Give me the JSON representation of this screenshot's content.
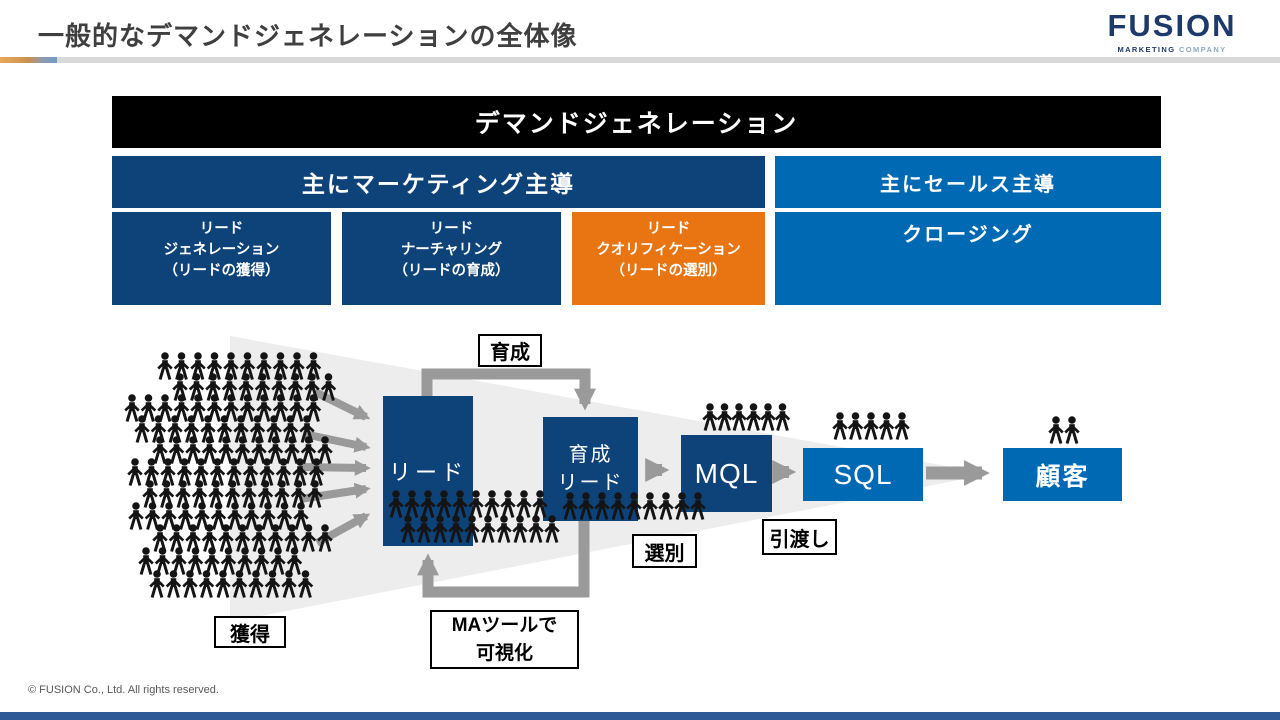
{
  "page": {
    "title": "一般的なデマンドジェネレーションの全体像",
    "footer": "© FUSION Co., Ltd. All rights reserved."
  },
  "logo": {
    "name": "FUSION",
    "sub_marketing": "MARKETING",
    "sub_company": "COMPANY"
  },
  "banner": {
    "title": "デマンドジェネレーション"
  },
  "phases": {
    "marketing": "主にマーケティング主導",
    "sales": "主にセールス主導"
  },
  "steps": [
    {
      "line1": "リード",
      "line2": "ジェネレーション",
      "line3": "（リードの獲得）",
      "color": "#0e4379"
    },
    {
      "line1": "リード",
      "line2": "ナーチャリング",
      "line3": "（リードの育成）",
      "color": "#0e4379"
    },
    {
      "line1": "リード",
      "line2": "クオリフィケーション",
      "line3": "（リードの選別）",
      "color": "#e87511"
    },
    {
      "line1": "クロージング",
      "color": "#0069b4"
    }
  ],
  "funnel": {
    "stages": {
      "lead": "リード",
      "nurtured_line1": "育成",
      "nurtured_line2": "リード",
      "mql": "MQL",
      "sql": "SQL",
      "customer": "顧客"
    },
    "labels": {
      "nurture": "育成",
      "acquire": "獲得",
      "ma_tool_line1": "MAツールで",
      "ma_tool_line2": "可視化",
      "qualify": "選別",
      "handoff": "引渡し"
    }
  },
  "colors": {
    "navy": "#0e4379",
    "blue": "#0069b4",
    "orange": "#e87511",
    "banner_black": "#000000",
    "arrow_gray": "#9a9a9a",
    "funnel_gray": "#ededed",
    "logo_navy": "#1e3a6b",
    "accent_gray": "#d9d9d9",
    "bottom_bar": "#2e5b97"
  }
}
